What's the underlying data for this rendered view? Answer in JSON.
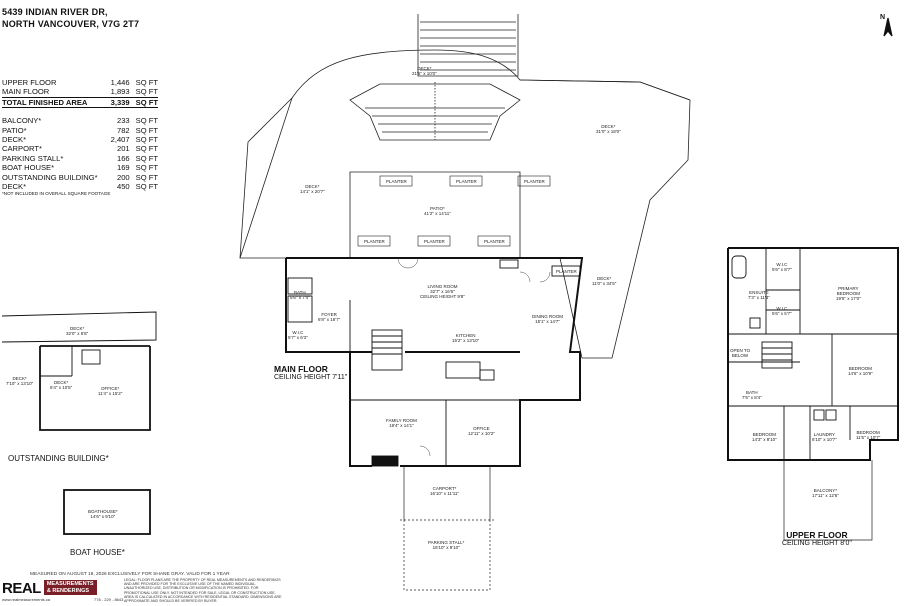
{
  "address": {
    "line1": "5439 INDIAN RIVER DR,",
    "line2": "NORTH VANCOUVER, V7G 2T7"
  },
  "areas": {
    "floors": [
      {
        "name": "UPPER FLOOR",
        "value": "1,446",
        "unit": "SQ FT"
      },
      {
        "name": "MAIN FLOOR",
        "value": "1,893",
        "unit": "SQ FT"
      }
    ],
    "total": {
      "name": "TOTAL FINISHED AREA",
      "value": "3,339",
      "unit": "SQ FT"
    },
    "other": [
      {
        "name": "BALCONY*",
        "value": "233",
        "unit": "SQ FT"
      },
      {
        "name": "PATIO*",
        "value": "782",
        "unit": "SQ FT"
      },
      {
        "name": "DECK*",
        "value": "2,407",
        "unit": "SQ FT"
      },
      {
        "name": "CARPORT*",
        "value": "201",
        "unit": "SQ FT"
      },
      {
        "name": "PARKING STALL*",
        "value": "166",
        "unit": "SQ FT"
      },
      {
        "name": "BOAT HOUSE*",
        "value": "169",
        "unit": "SQ FT"
      },
      {
        "name": "OUTSTANDING BUILDING*",
        "value": "200",
        "unit": "SQ FT"
      },
      {
        "name": "DECK*",
        "value": "450",
        "unit": "SQ FT"
      }
    ],
    "note": "*NOT INCLUDED IN OVERALL SQUARE FOOTAGE"
  },
  "floors": {
    "main": {
      "title": "MAIN FLOOR",
      "ceiling": "CEILING HEIGHT 7'11\""
    },
    "upper": {
      "title": "UPPER FLOOR",
      "ceiling": "CEILING HEIGHT 8'0\""
    },
    "outstanding": {
      "title": "OUTSTANDING BUILDING*"
    },
    "boathouse": {
      "title": "BOAT HOUSE*"
    }
  },
  "rooms": {
    "deck_top": "DECK*\n21'5\" x 10'0\"",
    "deck_right": "DECK*\n31'0\" x 18'0\"",
    "deck_left": "DECK*\n14'1\" x 20'7\"",
    "deck_east": "DECK*\n11'0\" x 34'5\"",
    "patio": "PATIO*\n41'2\" x 14'11\"",
    "planter": "PLANTER",
    "living": "LIVING ROOM\n32'7\" x 16'6\"\nCEILING HEIGHT 9'8\"",
    "dining": "DINING ROOM\n15'1\" x 14'7\"",
    "kitchen": "KITCHEN\n15'2\" x 13'10\"",
    "bath_main": "BATH\n5'6\" x 7'4\"",
    "foyer": "FOYER\n6'8\" x 16'7\"",
    "wic_main": "W.I.C\n5'7\" x 6'3\"",
    "family": "FAMILY ROOM\n19'4\" x 14'1\"",
    "office_main": "OFFICE\n12'11\" x 10'2\"",
    "carport": "CARPORT*\n16'10\" x 11'11\"",
    "parking": "PARKING STALL*\n16'10\" x 9'10\"",
    "ob_deck_top": "DECK*\n32'0\" x 6'8\"",
    "ob_deck_left": "DECK*\n7'10\" x 13'10\"",
    "ob_deck_mid": "DECK*\n6'4\" x 10'5\"",
    "ob_office": "OFFICE*\n11'4\" x 15'2\"",
    "boathouse": "BOATHOUSE*\n14'6\" x 9'10\"",
    "primary": "PRIMARY\nBEDROOM\n19'5\" x 17'0\"",
    "wic_up1": "W.I.C\n5'6\" x 8'7\"",
    "wic_up2": "W.I.C\n5'6\" x 5'7\"",
    "ensuite": "ENSUITE\n7'3\" x 11'3\"",
    "open_below": "OPEN TO\nBELOW",
    "bedroom1": "BEDROOM\n14'6\" x 10'9\"",
    "bath_up": "BATH\n7'5\" x 8'4\"",
    "bedroom2": "BEDROOM\n14'3\" x 8'10\"",
    "laundry": "LAUNDRY\n6'10\" x 10'7\"",
    "bedroom3": "BEDROOM\n11'5\" x 10'7\"",
    "balcony": "BALCONY*\n17'11\" x 12'6\""
  },
  "footer": {
    "measured": "MEASURED ON AUGUST 19, 2026 EXCLUSIVELY FOR SHANE GRAY. VALID FOR 1 YEAR",
    "disclaimer": "LEGAL: FLOOR PLANS ARE THE PROPERTY OF REAL MEASUREMENTS AND RENDERINGS AND ARE PROVIDED FOR THE EXCLUSIVE USE OF THE NAMED INDIVIDUAL. UNAUTHORIZED USE, DISTRIBUTION OR MODIFICATION IS PROHIBITED. FOR PROMOTIONAL USE ONLY. NOT INTENDED FOR SALE, LEGAL OR CONSTRUCTION USE. AREA IS CALCULATED IN ACCORDANCE WITH RESIDENTIAL STANDARD. DIMENSIONS ARE APPROXIMATE AND SHOULD BE VERIFIED BY BUYER.",
    "logo_real": "REAL",
    "logo_sub1": "MEASUREMENTS",
    "logo_sub2": "& RENDERINGS",
    "website": "www.realmeasurements.ca",
    "phone": "778 - 229 - 8643"
  },
  "north": "N"
}
